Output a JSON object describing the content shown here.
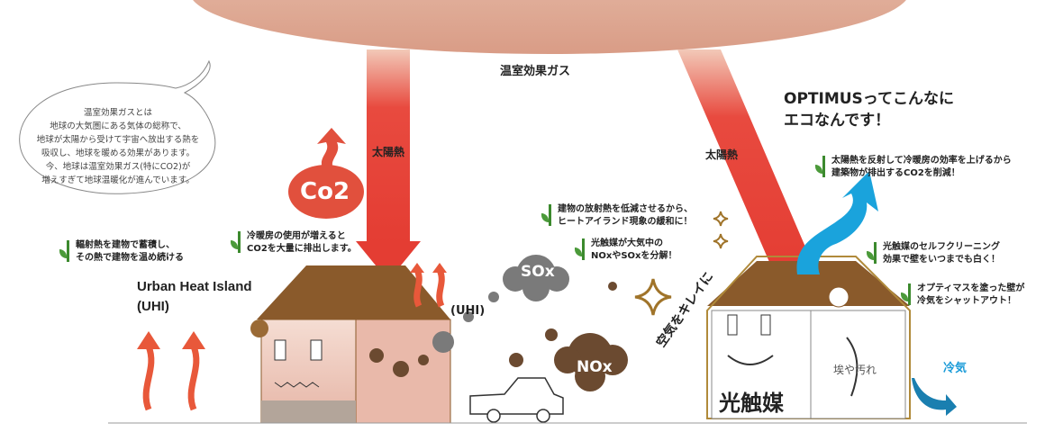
{
  "greenhouse_gas_label": "温室効果ガス",
  "solar_heat_left": "太陽熱",
  "solar_heat_right": "太陽熱",
  "bubble_text": "温室効果ガスとは\n地球の大気圏にある気体の総称で、\n地球が太陽から受けて宇宙へ放出する熱を\n吸収し、地球を暖める効果があります。\n今、地球は温室効果ガス(特にCO2)が\n増えすぎて地球温暖化が進んでいます。",
  "co2_label": "Co2",
  "headline": "OPTIMUSってこんなに\nエコなんです！",
  "uhi_title": "Urban Heat Island\n(UHI)",
  "uhi_small": "(UHI)",
  "sox": "SOx",
  "nox": "NOx",
  "clean_air": "空気をキレイに",
  "dirt": "埃や汚れ",
  "photocatalyst": "光触媒",
  "cold_air": "冷気",
  "notes": {
    "radiant": "輻射熱を建物で蓄積し、\nその熱で建物を温め続ける",
    "aircon": "冷暖房の使用が増えると\nCO2を大量に排出します。",
    "reduce_heat": "建物の放射熱を低減させるから、\nヒートアイランド現象の緩和に！",
    "decompose": "光触媒が大気中の\nNOxやSOxを分解！",
    "reflect": "太陽熱を反射して冷暖房の効率を上げるから\n建築物が排出するCO2を削減！",
    "selfclean": "光触媒のセルフクリーニング\n効果で壁をいつまでも白く！",
    "shutout": "オプティマスを塗った壁が\n冷気をシャットアウト！"
  },
  "colors": {
    "heat_red": "#e84a3f",
    "roof_brown": "#8a5a2b",
    "cool_blue": "#1aa3dc",
    "leaf_green": "#3c8a2e"
  }
}
